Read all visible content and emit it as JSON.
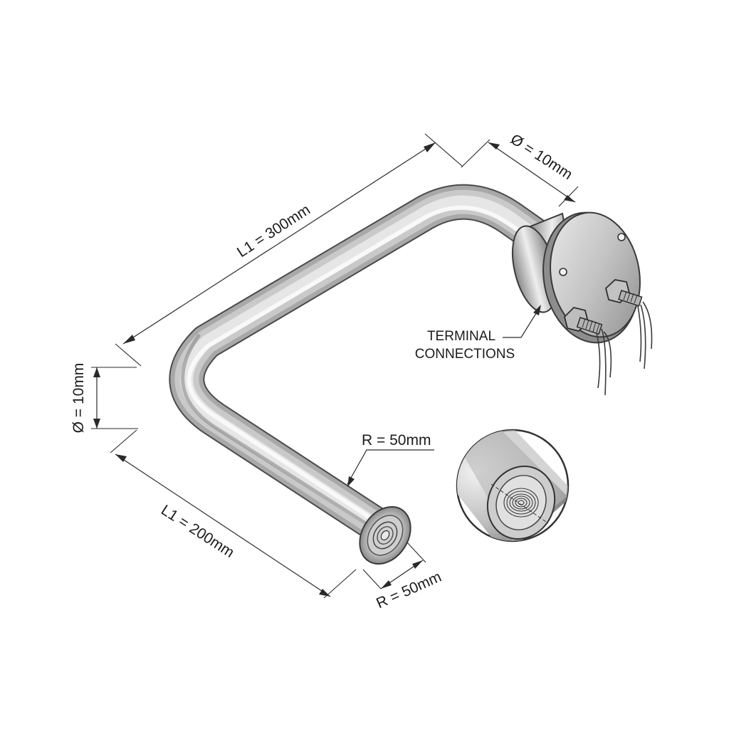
{
  "dimensions": {
    "top_length": "L1 = 300mm",
    "top_diameter": "Ø = 10mm",
    "left_diameter": "Ø = 10mm",
    "bottom_length": "L1 = 200mm",
    "bend_radius": "R = 50mm",
    "end_radius": "R = 50mm"
  },
  "callouts": {
    "terminal_line1": "TERMINAL",
    "terminal_line2": "CONNECTIONS"
  },
  "colors": {
    "metal_light": "#f4f4f4",
    "metal_mid": "#b9b9b9",
    "metal_dark": "#7a7a7a",
    "line": "#2a2a2a"
  }
}
